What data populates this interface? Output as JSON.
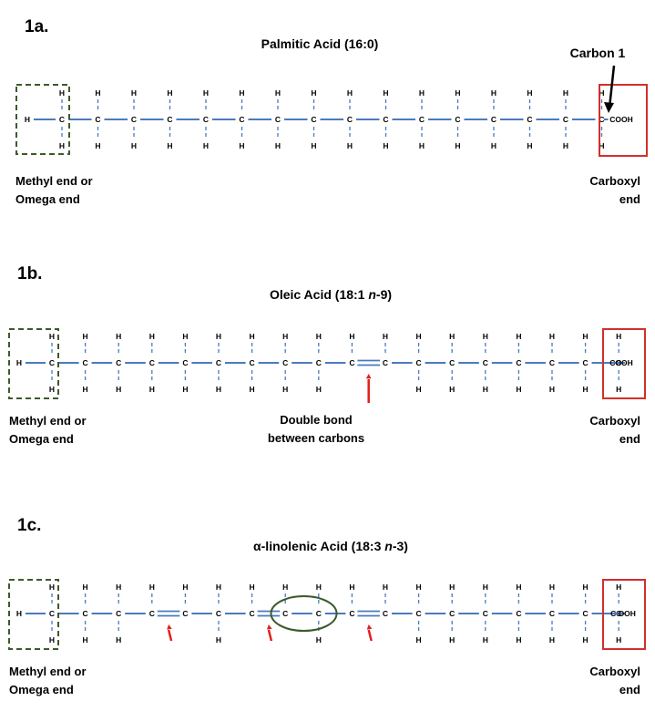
{
  "panels": [
    {
      "label": "1a.",
      "title": "Palmitic Acid (16:0)",
      "methyl_end": [
        "Methyl end or",
        "Omega end"
      ],
      "carboxyl_end": [
        "Carboxyl",
        "end"
      ],
      "carboxyl_group": "COOH",
      "carbon_count": 16,
      "double_bonds_after_carbon_index": [],
      "carbon_one_label": "Carbon  1",
      "note": []
    },
    {
      "label": "1b.",
      "title_prefix": "Oleic Acid (18:1 ",
      "title_italic": "n",
      "title_suffix": "-9)",
      "methyl_end": [
        "Methyl end or",
        "Omega end"
      ],
      "carboxyl_end": [
        "Carboxyl",
        "end"
      ],
      "carboxyl_group": "COOH",
      "carbon_count": 18,
      "double_bonds_after_carbon_index": [
        9
      ],
      "note": [
        "Double bond",
        "between carbons"
      ]
    },
    {
      "label": "1c.",
      "title_prefix": "α-linolenic Acid (18:3 ",
      "title_italic": "n",
      "title_suffix": "-3)",
      "methyl_end": [
        "Methyl end or",
        "Omega end"
      ],
      "carboxyl_end": [
        "Carboxyl",
        "end"
      ],
      "carboxyl_group": "C OOH",
      "carbon_count": 18,
      "double_bonds_after_carbon_index": [
        3,
        6,
        9
      ],
      "note": []
    }
  ],
  "atoms": {
    "carbon": "C",
    "hydrogen": "H"
  },
  "colors": {
    "bond": "#4a7abf",
    "methyl_box": "#3d5a2a",
    "carboxyl_box": "#d0302c",
    "arrow_red": "#e0201c",
    "ellipse": "#3d5a2a"
  }
}
